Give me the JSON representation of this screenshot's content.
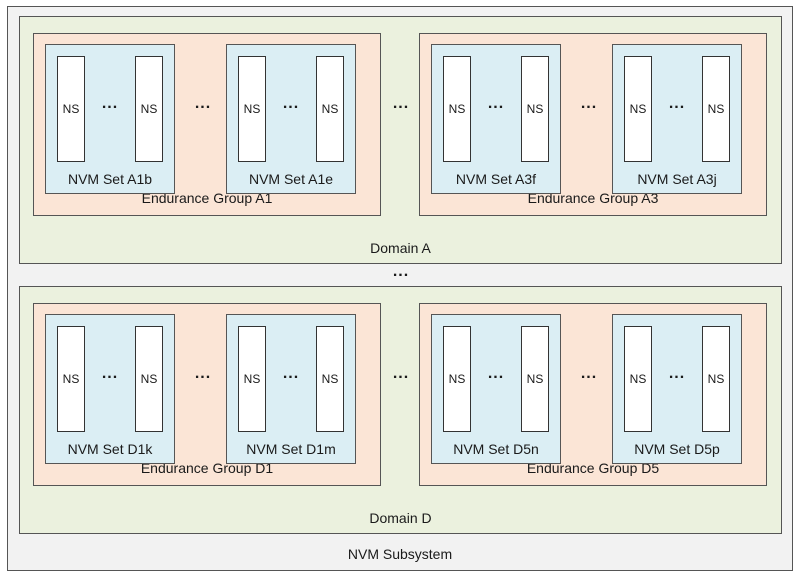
{
  "subsystem_label": "NVM Subsystem",
  "ns_label": "NS",
  "ellipsis": "...",
  "domains": [
    {
      "label": "Domain A",
      "groups": [
        {
          "label": "Endurance Group A1",
          "sets": [
            "NVM Set A1b",
            "NVM Set A1e"
          ]
        },
        {
          "label": "Endurance Group A3",
          "sets": [
            "NVM Set A3f",
            "NVM Set A3j"
          ]
        }
      ]
    },
    {
      "label": "Domain D",
      "groups": [
        {
          "label": "Endurance Group D1",
          "sets": [
            "NVM Set D1k",
            "NVM Set D1m"
          ]
        },
        {
          "label": "Endurance Group D5",
          "sets": [
            "NVM Set D5n",
            "NVM Set D5p"
          ]
        }
      ]
    }
  ]
}
